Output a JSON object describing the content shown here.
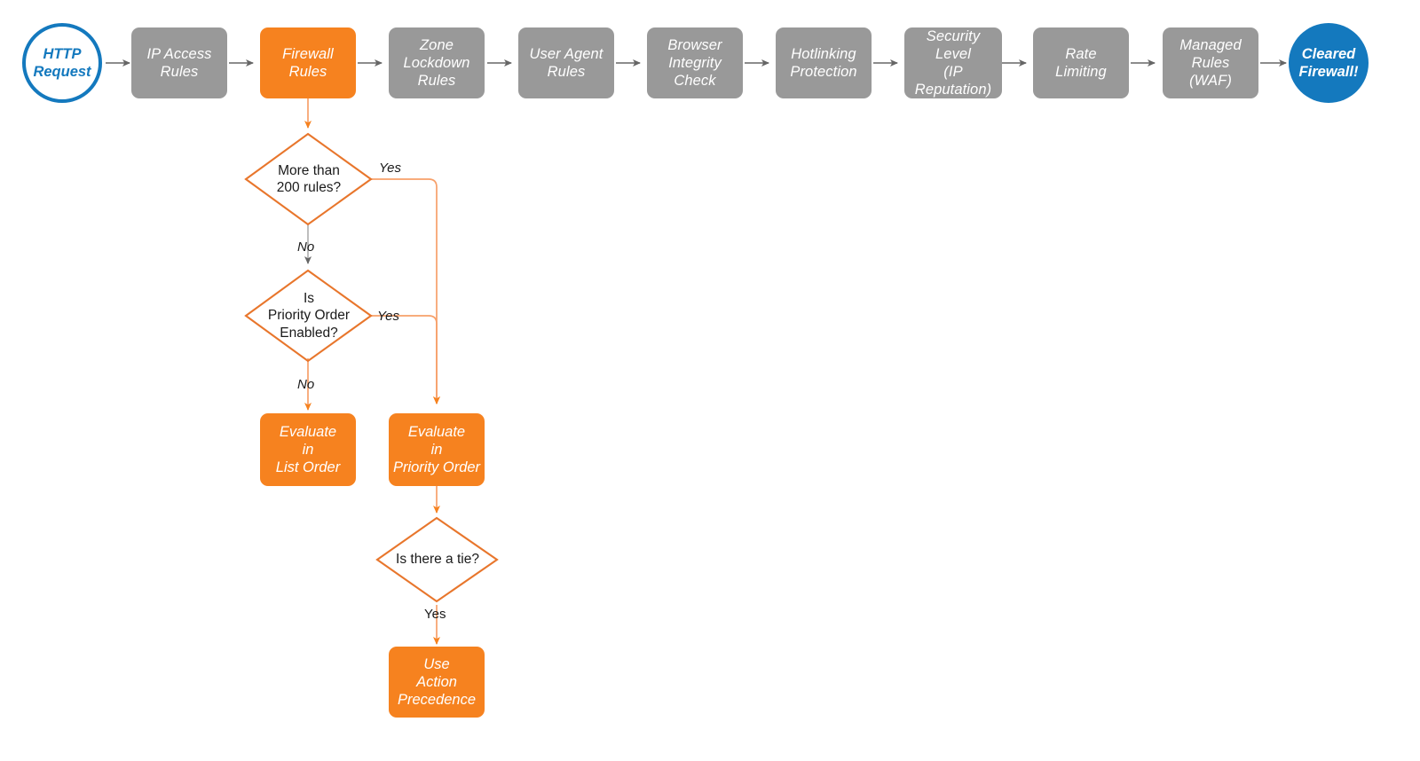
{
  "diagram": {
    "title": "Cloudflare HTTP request firewall evaluation pipeline",
    "colors": {
      "accent_orange": "#f6821f",
      "pipeline_gray": "#999999",
      "arrow_gray": "#666666",
      "brand_blue": "#1479be",
      "light_orange_connector": "#f7a06a",
      "text_dark": "#1a1a1a",
      "background": "#ffffff"
    },
    "pipeline": {
      "start": {
        "label": "HTTP\nRequest",
        "shape": "circle",
        "style": "blue-outline"
      },
      "stages": [
        {
          "label": "IP Access\nRules",
          "highlighted": false
        },
        {
          "label": "Firewall\nRules",
          "highlighted": true
        },
        {
          "label": "Zone\nLockdown\nRules",
          "highlighted": false
        },
        {
          "label": "User Agent\nRules",
          "highlighted": false
        },
        {
          "label": "Browser\nIntegrity\nCheck",
          "highlighted": false
        },
        {
          "label": "Hotlinking\nProtection",
          "highlighted": false
        },
        {
          "label": "Security\nLevel\n(IP Reputation)",
          "highlighted": false
        },
        {
          "label": "Rate\nLimiting",
          "highlighted": false
        },
        {
          "label": "Managed\nRules\n(WAF)",
          "highlighted": false
        }
      ],
      "end": {
        "label": "Cleared\nFirewall!",
        "shape": "circle",
        "style": "blue-filled"
      }
    },
    "decisions": [
      {
        "id": "more-than-200-rules",
        "label": "More than\n200 rules?"
      },
      {
        "id": "is-priority-order-enabled",
        "label": "Is\nPriority Order\nEnabled?"
      },
      {
        "id": "is-there-a-tie",
        "label": "Is there a tie?"
      }
    ],
    "results": [
      {
        "id": "evaluate-in-list-order",
        "label": "Evaluate\nin\nList Order"
      },
      {
        "id": "evaluate-in-priority-order",
        "label": "Evaluate\nin\nPriority Order"
      },
      {
        "id": "use-action-precedence",
        "label": "Use\nAction\nPrecedence"
      }
    ],
    "edge_labels": {
      "more_than_200_yes": "Yes",
      "more_than_200_no": "No",
      "priority_order_yes": "Yes",
      "priority_order_no": "No",
      "tie_yes": "Yes"
    }
  }
}
